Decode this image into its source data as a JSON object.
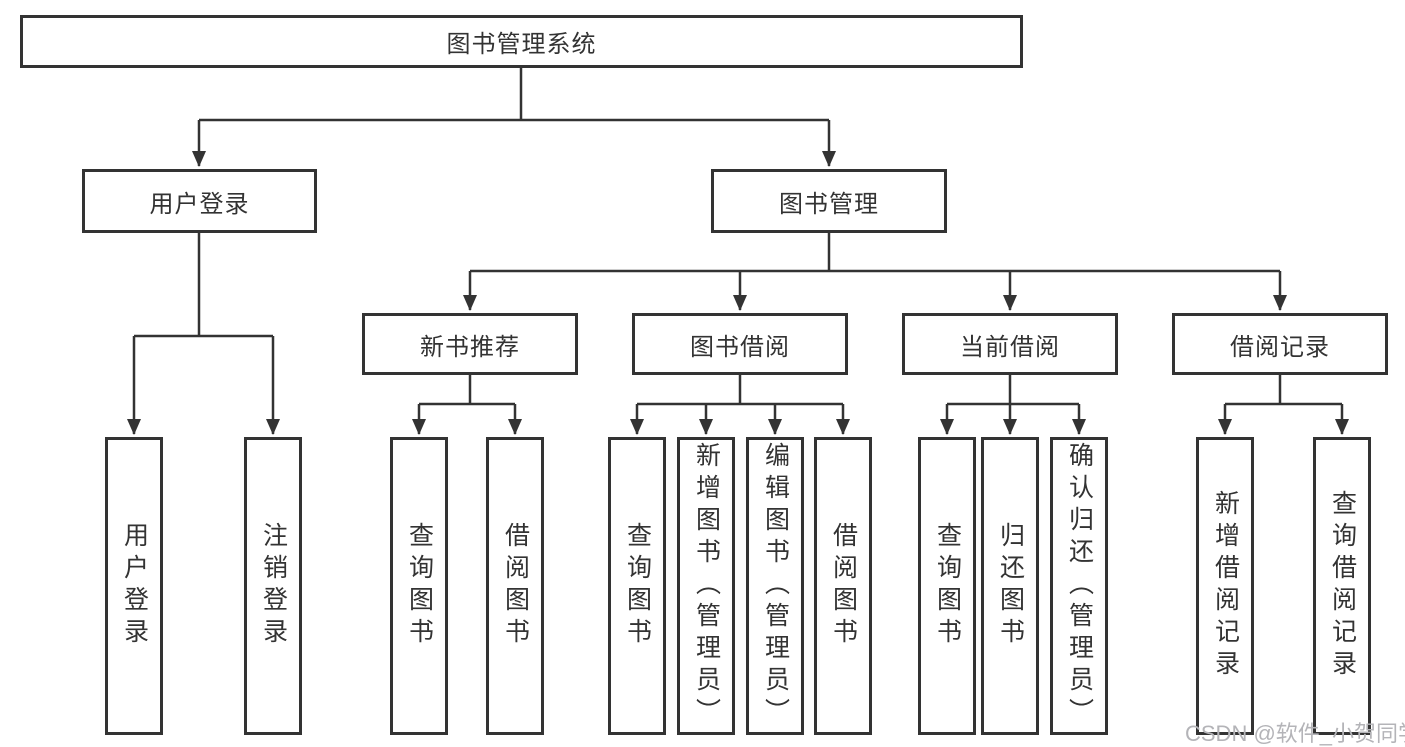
{
  "tree": {
    "root": "图书管理系统",
    "level2": [
      {
        "label": "用户登录",
        "leaves": [
          "用户登录",
          "注销登录"
        ]
      },
      {
        "label": "图书管理",
        "groups": [
          {
            "label": "新书推荐",
            "leaves": [
              "查询图书",
              "借阅图书"
            ]
          },
          {
            "label": "图书借阅",
            "leaves": [
              "查询图书",
              "新增图书（管理员）",
              "编辑图书（管理员）",
              "借阅图书"
            ]
          },
          {
            "label": "当前借阅",
            "leaves": [
              "查询图书",
              "归还图书",
              "确认归还（管理员）"
            ]
          },
          {
            "label": "借阅记录",
            "leaves": [
              "新增借阅记录",
              "查询借阅记录"
            ]
          }
        ]
      }
    ]
  },
  "watermark": {
    "text": "CSDN @软件_小贺同学"
  },
  "colors": {
    "line": "#333333",
    "box_border": "#333333",
    "text": "#333333",
    "watermark": "#b4b4b8",
    "background": "#ffffff"
  }
}
